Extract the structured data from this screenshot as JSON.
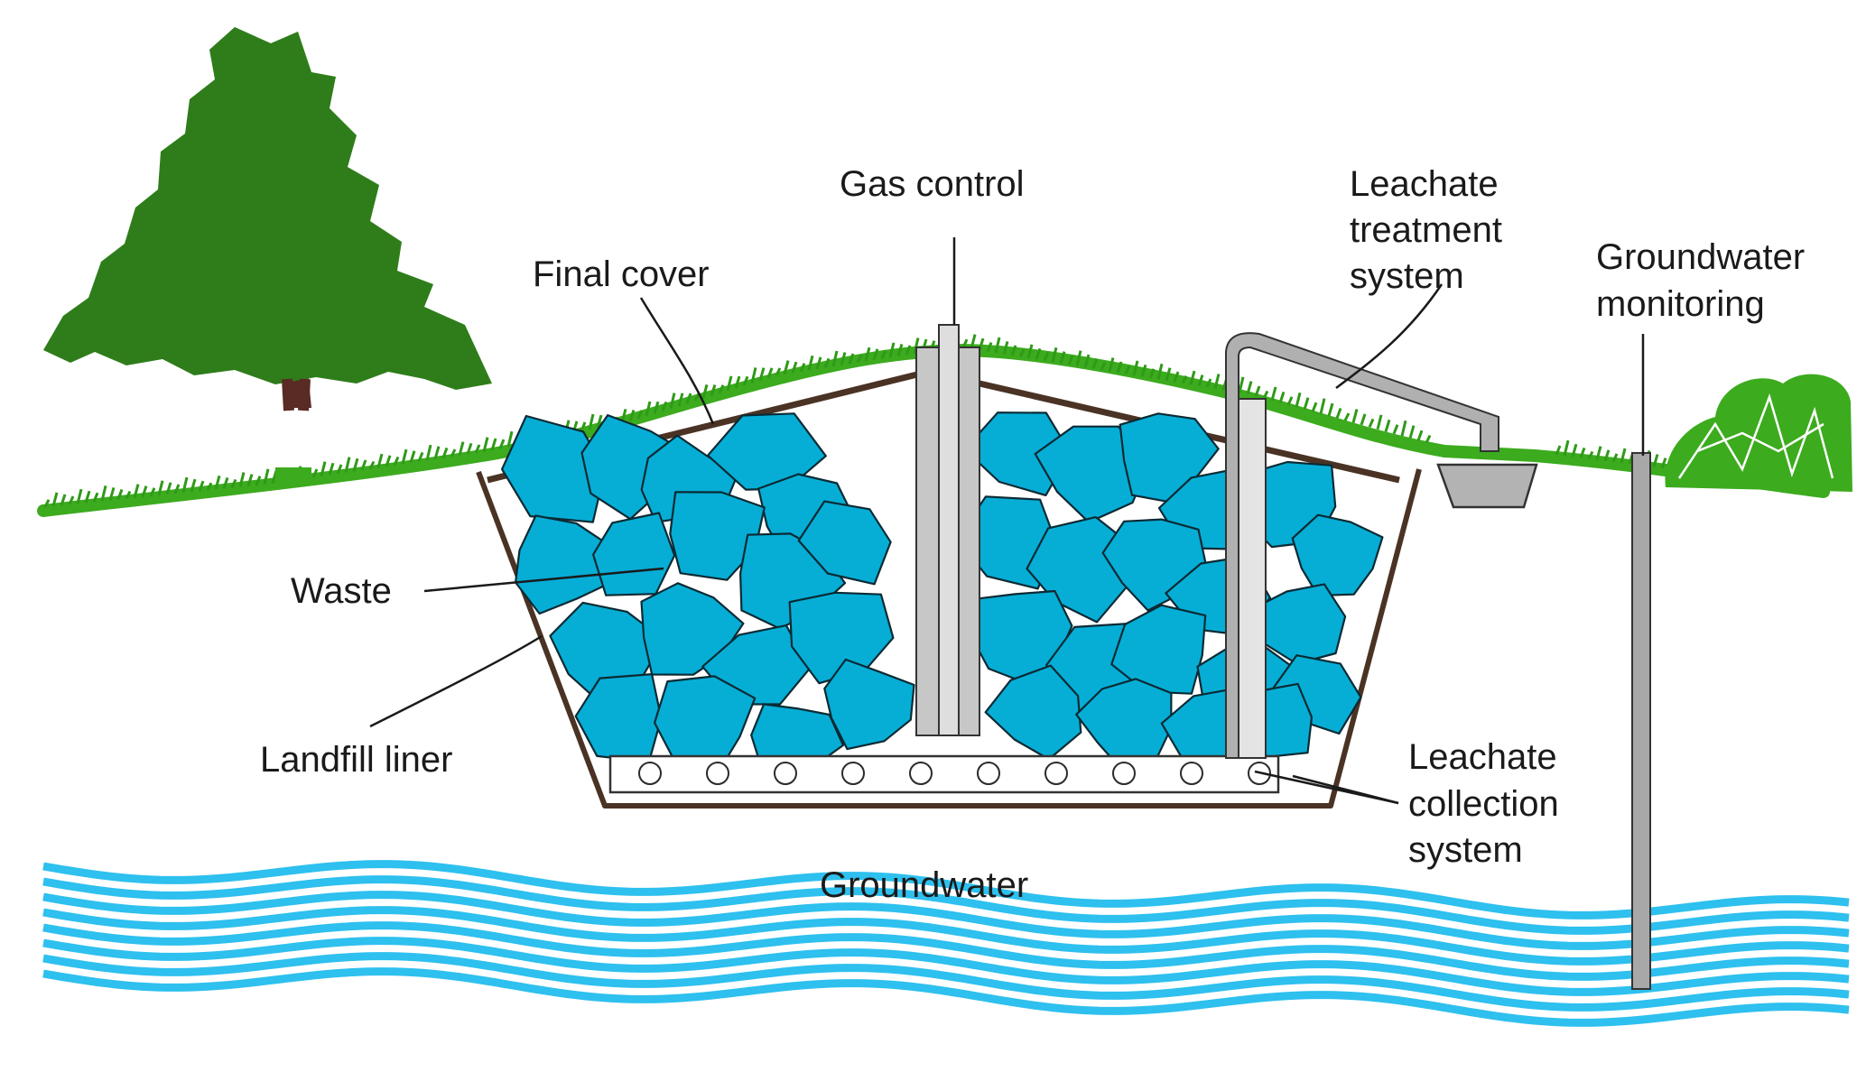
{
  "labels": {
    "gas_control": "Gas control",
    "leachate_treatment": [
      "Leachate",
      "treatment",
      "system"
    ],
    "groundwater_monitoring": [
      "Groundwater",
      "monitoring"
    ],
    "final_cover": "Final cover",
    "waste": "Waste",
    "landfill_liner": "Landfill liner",
    "leachate_collection": [
      "Leachate",
      "collection",
      "system"
    ],
    "groundwater": "Groundwater"
  },
  "colors": {
    "grass": "#3cab1e",
    "tree_canopy": "#2e7d1a",
    "trunk": "#5a2a24",
    "waste": "#06aed6",
    "liner": "#4a3324",
    "water": "#2ec0ee",
    "pipe": "#c7c7c7"
  },
  "icons": {
    "tree": "tree-icon",
    "shrub": "shrub-icon"
  }
}
